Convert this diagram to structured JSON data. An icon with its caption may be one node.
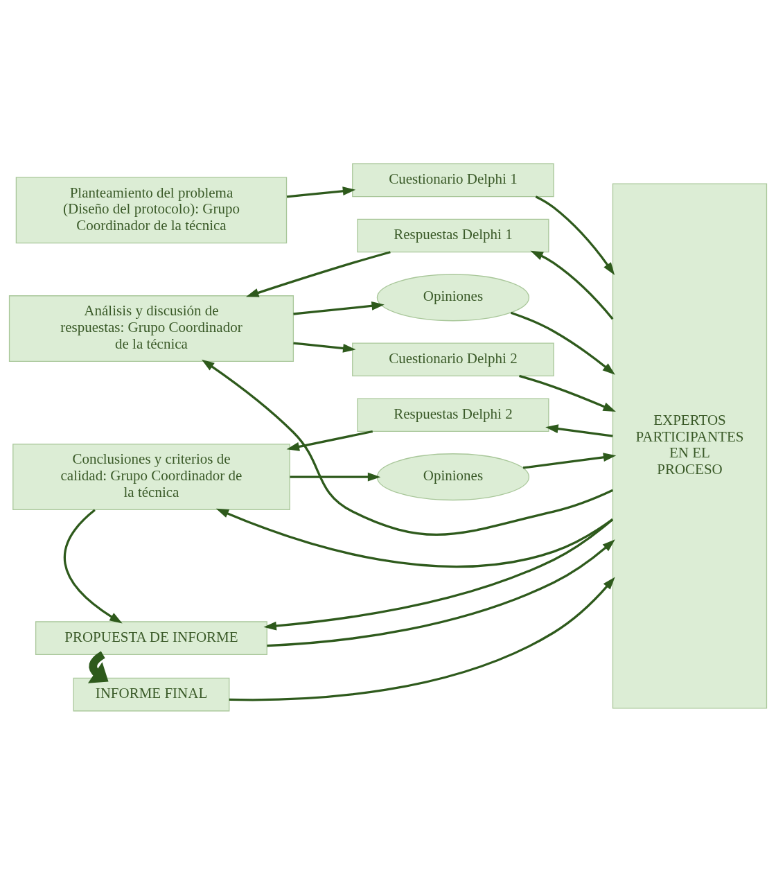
{
  "diagram": {
    "nodes": [
      {
        "text": [
          "Planteamiento del problema (Diseño del protocolo): Grupo Coordinador de la técnica"
        ]
      },
      {
        "text": [
          "Cuestionario Delphi 1"
        ]
      },
      {
        "text": [
          "EXPERTOS PARTICIPANTES EN EL PROCESO"
        ]
      },
      {
        "text": [
          "Análisis y discusión de respuestas: Grupo Coordinador de la técnica"
        ]
      },
      {
        "text": [
          "Respuestas Delphi 1"
        ]
      },
      {
        "text": [
          "Opiniones"
        ]
      },
      {
        "text": [
          "Cuestionario Delphi 2"
        ]
      },
      {
        "text": [
          "Conclusiones y criterios de calidad: Grupo Coordinador de la técnica"
        ]
      },
      {
        "text": [
          "Respuestas Delphi 2"
        ]
      },
      {
        "text": [
          "Opiniones"
        ]
      },
      {
        "text": [
          "PROPUESTA DE INFORME"
        ]
      },
      {
        "text": [
          "INFORME FINAL"
        ]
      }
    ],
    "edges": [
      {
        "from": 0,
        "to": 1,
        "arrow": "to"
      },
      {
        "from": 1,
        "to": 2,
        "arrow": "to"
      },
      {
        "from": 2,
        "to": 4,
        "arrow": "to"
      },
      {
        "from": 4,
        "to": 3,
        "arrow": "to"
      },
      {
        "from": 3,
        "to": 5,
        "arrow": "to"
      },
      {
        "from": 5,
        "to": 2,
        "arrow": "to"
      },
      {
        "from": 2,
        "to": 3,
        "arrow": "to"
      },
      {
        "from": 3,
        "to": 6,
        "arrow": "to"
      },
      {
        "from": 6,
        "to": 2,
        "arrow": "to"
      },
      {
        "from": 2,
        "to": 8,
        "arrow": "to"
      },
      {
        "from": 8,
        "to": 7,
        "arrow": "to"
      },
      {
        "from": 7,
        "to": 9,
        "arrow": "to"
      },
      {
        "from": 9,
        "to": 2,
        "arrow": "to"
      },
      {
        "from": 2,
        "to": 7,
        "arrow": "to"
      },
      {
        "from": 7,
        "to": 10,
        "arrow": "to"
      },
      {
        "from": 10,
        "to": 2,
        "arrow": "to"
      },
      {
        "from": 2,
        "to": 10,
        "arrow": "to"
      },
      {
        "from": 10,
        "to": 11,
        "arrow": "to",
        "style": "thick"
      },
      {
        "from": 11,
        "to": 2,
        "arrow": "to"
      }
    ]
  }
}
